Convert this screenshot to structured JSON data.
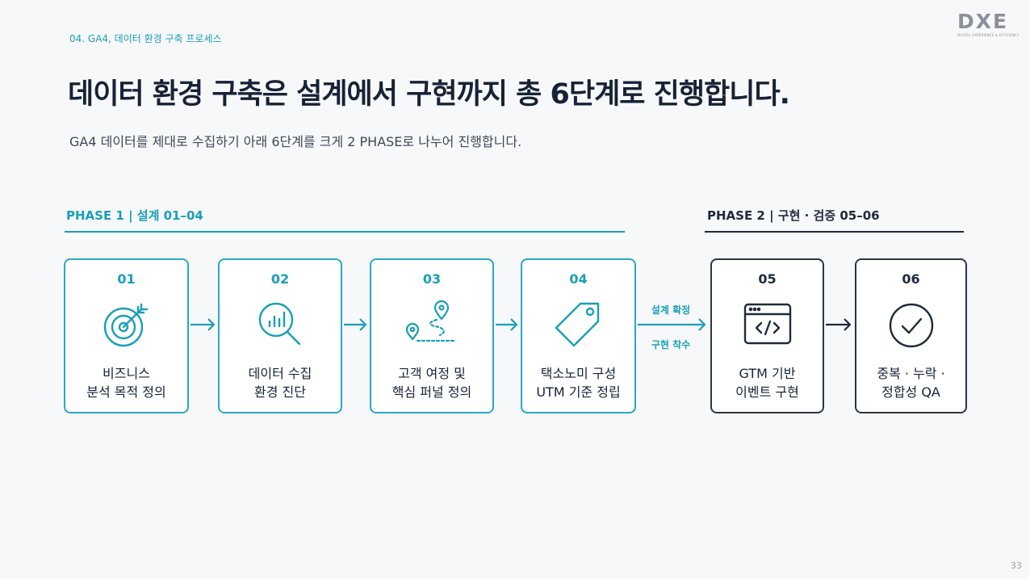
{
  "breadcrumb": "04. GA4, 데이터 환경 구축 프로세스",
  "logo": {
    "main": "DXE",
    "sub": "DIGITAL EXPERIENCE & EFFICIENCY"
  },
  "title": "데이터 환경 구축은 설계에서 구현까지 총 6단계로 진행합니다.",
  "subtitle": "GA4 데이터를 제대로 수집하기 아래 6단계를 크게 2 PHASE로 나누어 진행합니다.",
  "phases": [
    {
      "label": "PHASE 1  |  설계   01–04"
    },
    {
      "label": "PHASE 2  |  구현 · 검증   05–06"
    }
  ],
  "steps": [
    {
      "number": "01",
      "line1": "비즈니스",
      "line2": "분석 목적 정의",
      "icon": "target-icon"
    },
    {
      "number": "02",
      "line1": "데이터 수집",
      "line2": "환경 진단",
      "icon": "analytics-search-icon"
    },
    {
      "number": "03",
      "line1": "고객 여정 및",
      "line2": "핵심 퍼널 정의",
      "icon": "journey-map-icon"
    },
    {
      "number": "04",
      "line1": "택소노미 구성",
      "line2": "UTM 기준 정립",
      "icon": "tag-icon"
    },
    {
      "number": "05",
      "line1": "GTM 기반",
      "line2": "이벤트 구현",
      "icon": "code-window-icon"
    },
    {
      "number": "06",
      "line1": "중복 · 누락 ·",
      "line2": "정합성 QA",
      "icon": "check-circle-icon"
    }
  ],
  "transition": {
    "top": "설계 확정",
    "bottom": "구현 착수"
  },
  "page_number": "33",
  "colors": {
    "teal": "#1a9fb8",
    "navy": "#1f2a3c",
    "background": "#f7f8fa"
  }
}
